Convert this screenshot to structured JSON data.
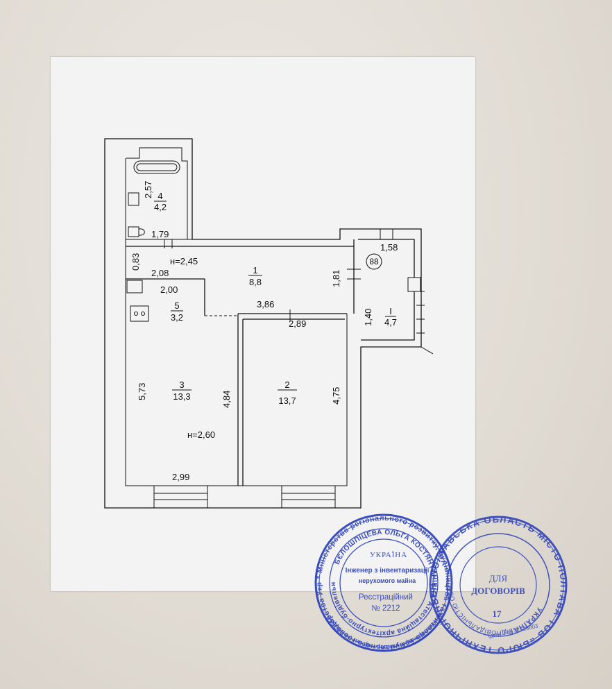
{
  "plan": {
    "dims": {
      "d257": "2,57",
      "d179": "1,79",
      "d083": "0,83",
      "h245": "н=2,45",
      "d208": "2,08",
      "d200": "2,00",
      "d386": "3,86",
      "d289": "2,89",
      "d181": "1,81",
      "d158": "1,58",
      "d140": "1,40",
      "d573": "5,73",
      "d484": "4,84",
      "d475": "4,75",
      "h260": "н=2,60",
      "d299": "2,99"
    },
    "rooms": [
      {
        "num": "4",
        "area": "4,2"
      },
      {
        "num": "1",
        "area": "8,8"
      },
      {
        "num": "5",
        "area": "3,2"
      },
      {
        "num": "3",
        "area": "13,3"
      },
      {
        "num": "2",
        "area": "13,7"
      },
      {
        "num": "I",
        "area": "4,7"
      }
    ],
    "marker": "88"
  },
  "stamp_left": {
    "ring_top": "* Міністерство регіонального розвитку, будівництва та житлово-комунального господарства України *",
    "ring_inner": "Атестаційна архітектурно-будівельна комісія",
    "country": "УКРАЇНА",
    "role_line1": "Інженер з інвентаризації",
    "role_line2": "нерухомого майна",
    "name": "БЄЛОШПІЦЕВА ОЛЬГА КОСТЯНТИНІВНА",
    "reg_label": "Реєстраційний",
    "reg_number": "№ 2212",
    "cert_text": "Кваліфікаційний сертифікат №002355"
  },
  "stamp_right": {
    "ring_text": "ПОЛТАВСЬКА ОБЛАСТЬ МІСТО ПОЛТАВА ТОВ «БЮРО ТЕХНІЧНОЇ ІНВЕНТАРИЗАЦІЇ»",
    "country": "УКРАЇНА",
    "inner_ring": "ВІДПОВІДАЛЬНІСТЮ ОБМЕЖЕНОЮ",
    "center_line1": "ДЛЯ",
    "center_line2": "ДОГОВОРІВ",
    "number": "17",
    "code": "Ідент. код 37528803"
  },
  "colors": {
    "stamp_ink": "#2b3fb8",
    "paper": "#f3f3f3",
    "backdrop": "#e4dfd8"
  }
}
